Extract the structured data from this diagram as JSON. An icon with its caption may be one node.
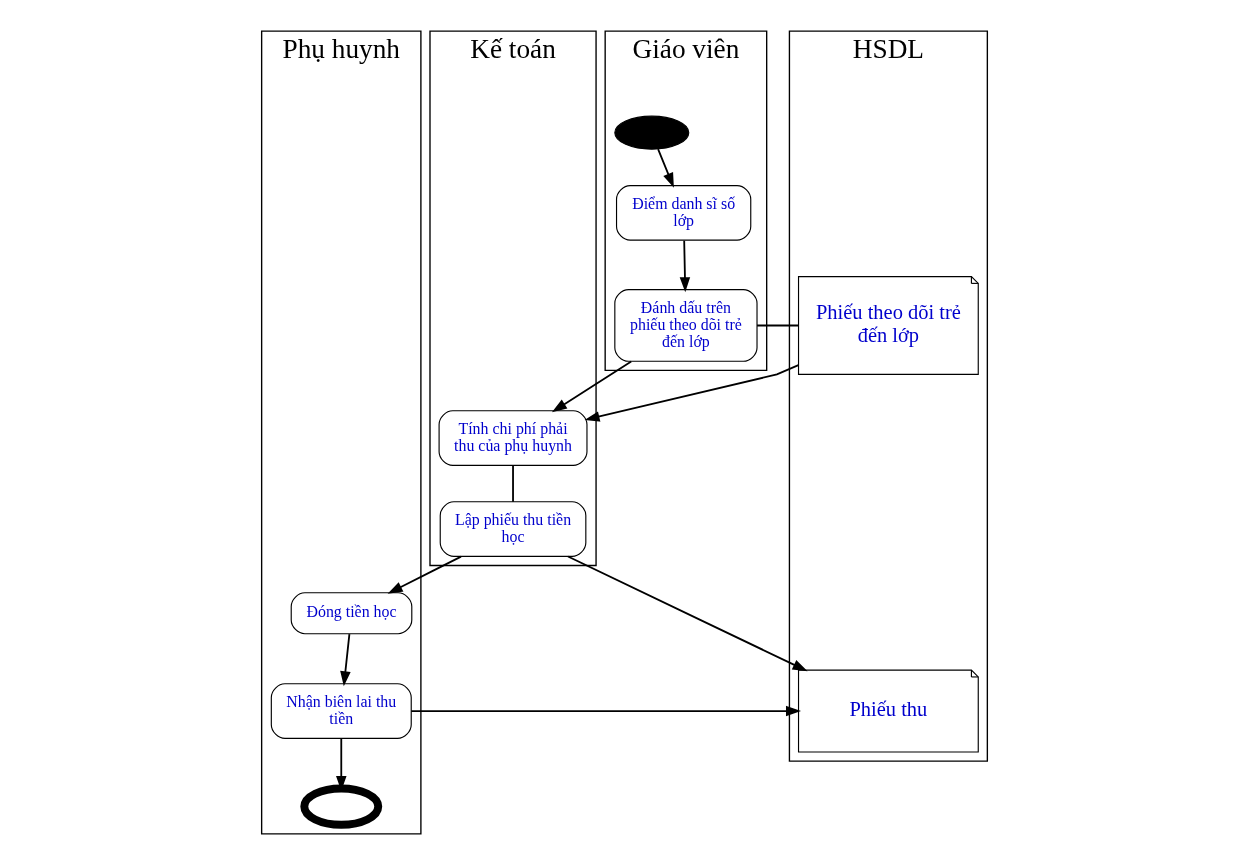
{
  "diagram": {
    "nodes": [
      {
        "text": [
          "Giáo viên"
        ]
      },
      {
        "text": [
          "Kế toán"
        ]
      },
      {
        "text": [
          "Phụ huynh"
        ]
      },
      {
        "text": [
          "HSDL"
        ]
      },
      {
        "text": [],
        "shape": "circle",
        "in": 0
      },
      {
        "text": [
          "Điểm danh sĩ số lớp"
        ],
        "in": 0
      },
      {
        "text": [
          "Đánh dấu trên phiếu theo dõi trẻ đến lớp"
        ],
        "in": 0
      },
      {
        "text": [
          "Tính chi phí phải thu của phụ huynh"
        ],
        "in": 1
      },
      {
        "text": [
          "Lập phiếu thu tiền học"
        ],
        "in": 1
      },
      {
        "text": [
          "Đóng tiền học"
        ],
        "in": 2
      },
      {
        "text": [
          "Nhận biên lai thu tiền"
        ],
        "in": 2
      },
      {
        "text": [],
        "shape": "circle",
        "in": 2
      },
      {
        "text": [
          "Phiếu theo dõi trẻ đến lớp"
        ],
        "in": 3
      },
      {
        "text": [
          "Phiếu thu"
        ],
        "in": 3
      }
    ],
    "edges": [
      {
        "from": 4,
        "to": 5,
        "arrow": "to"
      },
      {
        "from": 5,
        "to": 6,
        "arrow": "to"
      },
      {
        "from": 6,
        "to": 12,
        "arrow": "none"
      },
      {
        "from": 6,
        "to": 7,
        "arrow": "to"
      },
      {
        "from": 12,
        "to": 7,
        "arrow": "to"
      },
      {
        "from": 7,
        "to": 8,
        "arrow": "none"
      },
      {
        "from": 8,
        "to": 9,
        "arrow": "to"
      },
      {
        "from": 8,
        "to": 13,
        "arrow": "to"
      },
      {
        "from": 9,
        "to": 10,
        "arrow": "to"
      },
      {
        "from": 10,
        "to": 13,
        "arrow": "to"
      },
      {
        "from": 10,
        "to": 11,
        "arrow": "to"
      }
    ]
  }
}
